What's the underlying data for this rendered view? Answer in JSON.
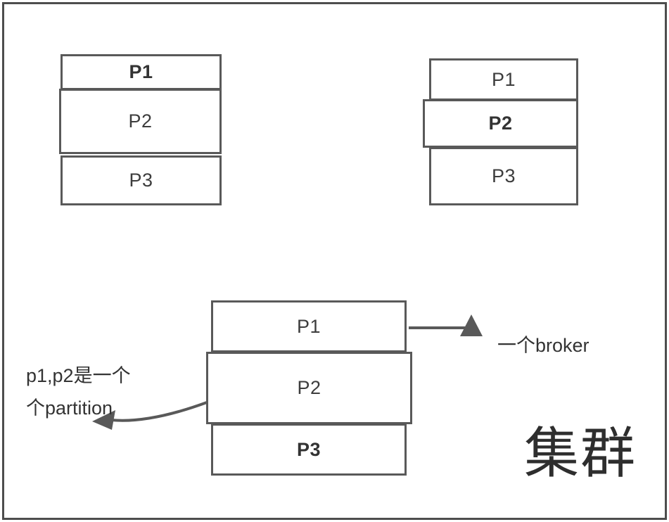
{
  "diagram": {
    "title_hint": "Kafka partitions across brokers sketch",
    "colors": {
      "frame_stroke": "#4d4d4d",
      "box_stroke": "#595959",
      "arrow_stroke": "#595959",
      "text": "#333333",
      "background": "#ffffff"
    },
    "stacks": [
      {
        "id": "top-left-broker",
        "boxes": [
          {
            "label": "P1",
            "bold": true
          },
          {
            "label": "P2",
            "bold": false
          },
          {
            "label": "P3",
            "bold": false
          }
        ]
      },
      {
        "id": "top-right-broker",
        "boxes": [
          {
            "label": "P1",
            "bold": false
          },
          {
            "label": "P2",
            "bold": true
          },
          {
            "label": "P3",
            "bold": false
          }
        ]
      },
      {
        "id": "bottom-center-broker",
        "boxes": [
          {
            "label": "P1",
            "bold": false
          },
          {
            "label": "P2",
            "bold": false
          },
          {
            "label": "P3",
            "bold": true
          }
        ]
      }
    ],
    "annotations": {
      "broker_label": "一个broker",
      "partition_label_line1": "p1,p2是一个",
      "partition_label_line2": "个partition",
      "cluster_label": "集群"
    }
  }
}
